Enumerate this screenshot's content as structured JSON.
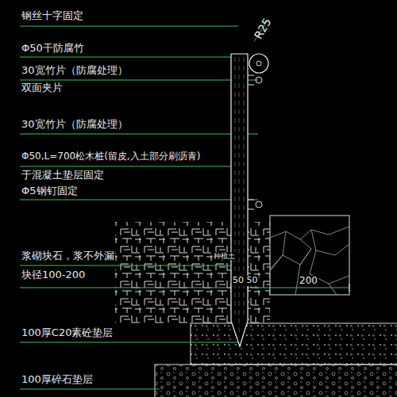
{
  "diagram": {
    "labels": [
      "钢丝十字固定",
      "Φ50干防腐竹",
      "30宽竹片（防腐处理）",
      "双面夹片",
      "30宽竹片（防腐处理）",
      "Φ50,L=700松木桩(留皮,入土部分刷沥青)",
      "于混凝土垫层固定",
      "Φ5钢钉固定",
      "浆砌块石，浆不外漏",
      "块径100-200",
      "种植土",
      "50 50",
      "200",
      "100厚C20素砼垫层",
      "100厚碎石垫层",
      "R25"
    ]
  }
}
